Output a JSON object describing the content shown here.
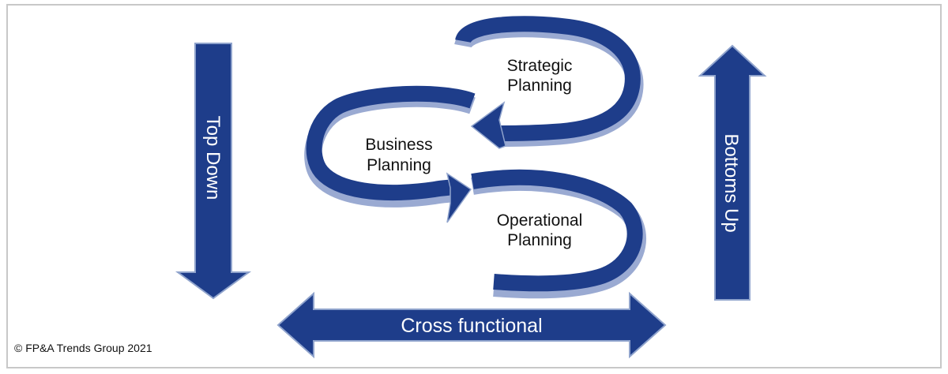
{
  "arrows": {
    "top_down": "Top Down",
    "bottoms_up": "Bottoms Up",
    "cross_functional": "Cross functional"
  },
  "cycle": {
    "strategic": [
      "Strategic",
      "Planning"
    ],
    "business": [
      "Business",
      "Planning"
    ],
    "operational": [
      "Operational",
      "Planning"
    ]
  },
  "copyright": "© FP&A Trends Group 2021",
  "colors": {
    "arrow_fill": "#1e3d8a",
    "arrow_stroke": "#8fa3cc",
    "ring_shadow": "#9aaad2"
  }
}
